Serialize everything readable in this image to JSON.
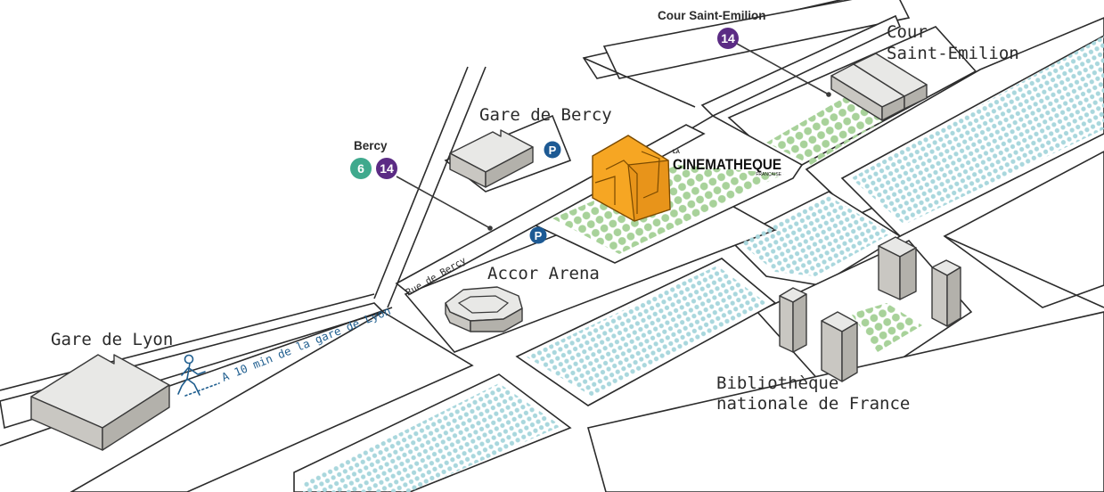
{
  "places": {
    "gare_de_lyon": "Gare de Lyon",
    "gare_de_bercy": "Gare de Bercy",
    "accor_arena": "Accor Arena",
    "cour_saint_emilion_line1": "Cour",
    "cour_saint_emilion_line2": "Saint-Emilion",
    "bnf_line1": "Bibliothèque",
    "bnf_line2": "nationale de France"
  },
  "streets": {
    "rue_de_bercy": "Rue de Bercy"
  },
  "walk": {
    "text": "A 10 min de la gare de Lyon",
    "icon": "walking-person-icon",
    "color": "#1f5e8f"
  },
  "stations": {
    "bercy": {
      "name": "Bercy",
      "lines": [
        {
          "number": "6",
          "color": "#3fa98d"
        },
        {
          "number": "14",
          "color": "#5b2b84"
        }
      ]
    },
    "cour_saint_emilion": {
      "name": "Cour Saint-Emilion",
      "lines": [
        {
          "number": "14",
          "color": "#5b2b84"
        }
      ]
    }
  },
  "parking": {
    "label": "P",
    "color": "#1d5a94",
    "icon": "parking-icon"
  },
  "cinematheque": {
    "small_top": "LA",
    "name": "CINEMATHEQUE",
    "sub": "FRANÇAISE",
    "color": "#f6a623"
  },
  "colors": {
    "park_green": "#a8d29a",
    "water_blue": "#a9d7dd",
    "building_gray": "#c9c7c2",
    "road_stroke": "#2b2b2b"
  }
}
